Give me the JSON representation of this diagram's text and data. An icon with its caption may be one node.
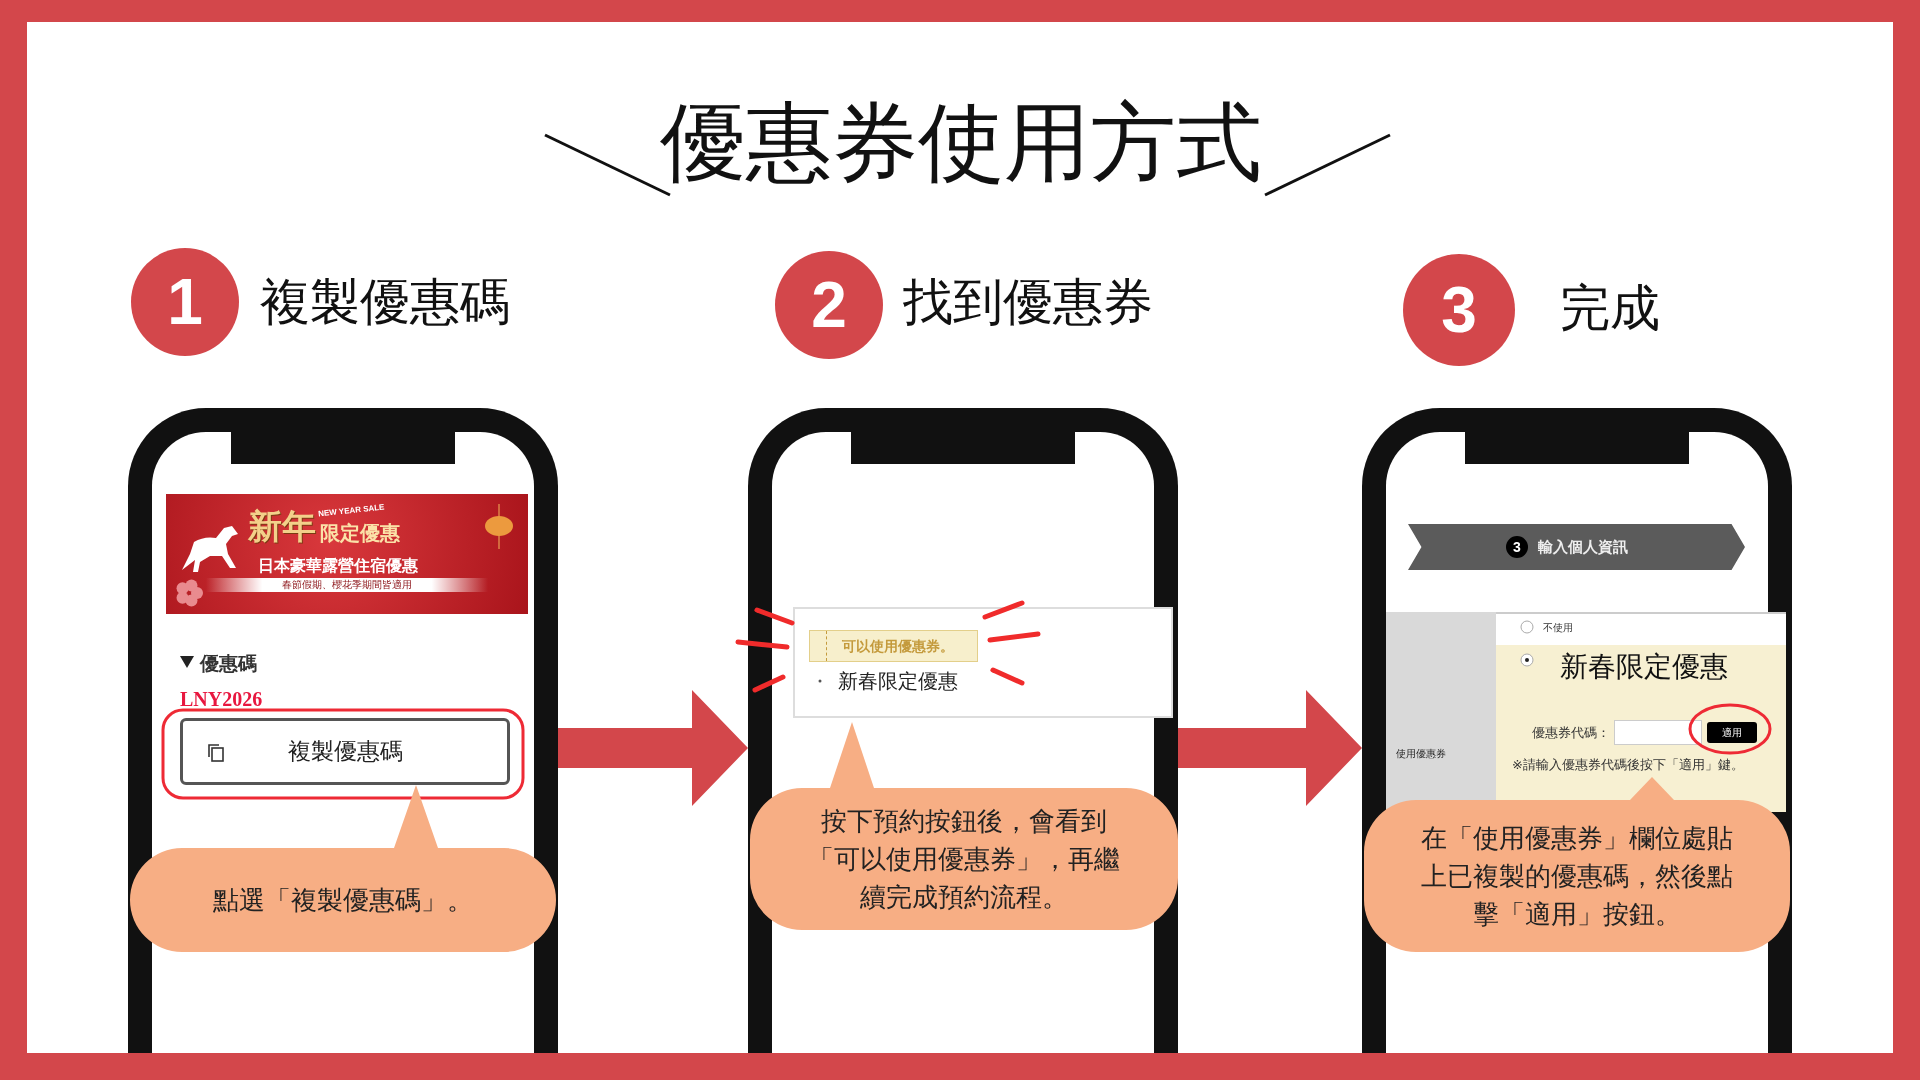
{
  "diagram": {
    "title": "優惠券使用方式",
    "nodes": [
      {
        "text": [
          "1"
        ],
        "beside": [
          "複製優惠碼"
        ]
      },
      {
        "text": [
          "2"
        ],
        "beside": [
          "找到優惠券"
        ]
      },
      {
        "text": [
          "3"
        ],
        "beside": [
          "完成"
        ]
      },
      {
        "text": [],
        "shape": "phone"
      },
      {
        "text": [],
        "shape": "phone"
      },
      {
        "text": [],
        "shape": "phone"
      },
      {
        "text": [
          "點選「複製優惠碼」。"
        ],
        "in": 3
      },
      {
        "text": [
          "按下預約按鈕後，會看到「可以使用優惠券」，再繼續完成預約流程。"
        ],
        "in": 4
      },
      {
        "text": [
          "在「使用優惠券」欄位處貼上已複製的優惠碼，然後點擊「適用」按鈕。"
        ],
        "in": 5
      },
      {
        "text": [
          "新年",
          "NEW YEAR SALE",
          "限定優惠",
          "日本豪華露營住宿優惠",
          "春節假期、櫻花季期間皆適用"
        ],
        "in": 3
      },
      {
        "text": [
          "複製優惠碼"
        ],
        "in": 3
      },
      {
        "text": [
          "可以使用優惠券。"
        ],
        "in": 4
      },
      {
        "text": [
          "3",
          "輸入個人資訊"
        ],
        "in": 5
      },
      {
        "text": [
          "適用"
        ],
        "in": 5
      }
    ],
    "edges": [
      {
        "from": 3,
        "to": 4,
        "arrow": "to"
      },
      {
        "from": 4,
        "to": 5,
        "arrow": "to"
      }
    ],
    "labels": [
      "優惠碼",
      "LNY2026",
      "新春限定優惠",
      "不使用",
      "新春限定優惠",
      "優惠券代碼：",
      "※請輸入優惠券代碼後按下「適用」鍵。",
      "使用優惠券"
    ]
  }
}
